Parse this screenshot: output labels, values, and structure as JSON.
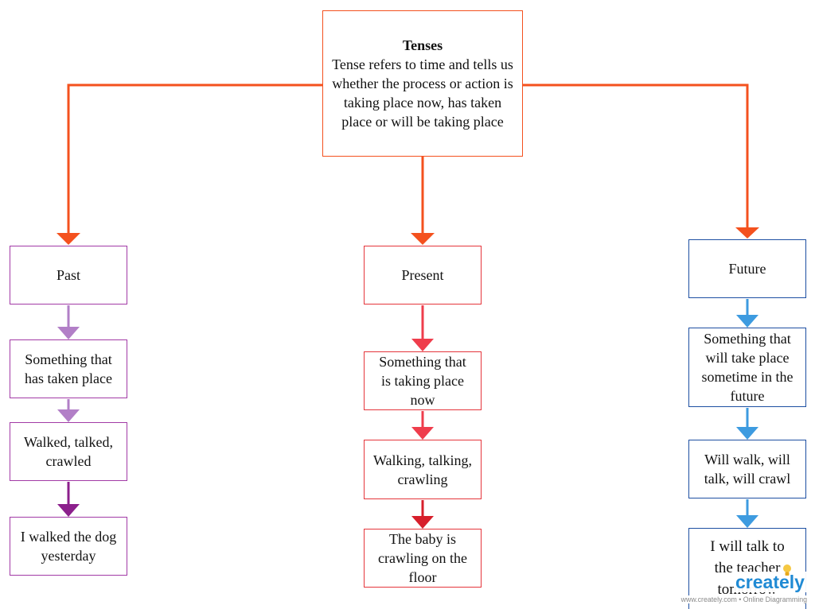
{
  "colors": {
    "root": "#f4511e",
    "past": "#a23aa6",
    "past_arrow": "#b27fc7",
    "past_arrow_dark": "#8c1f8c",
    "present": "#e5353b",
    "present_arrow": "#ef3d4c",
    "present_arrow_dark": "#d71f2b",
    "future": "#1d4fa2",
    "future_arrow": "#3d9be0",
    "text": "#111111",
    "logo": "#1f8ad4",
    "bulb": "#f5c842"
  },
  "root": {
    "title": "Tenses",
    "lines": [
      "Tense refers to time and tells us",
      "whether the process or action is",
      "taking place now, has taken",
      "place or will be taking place"
    ]
  },
  "columns": [
    {
      "heading": "Past",
      "items": [
        {
          "lines": [
            "Something that",
            "has taken place"
          ]
        },
        {
          "lines": [
            "Walked, talked,",
            "crawled"
          ]
        },
        {
          "lines": [
            "I walked the dog",
            "yesterday"
          ]
        }
      ]
    },
    {
      "heading": "Present",
      "items": [
        {
          "lines": [
            "Something that",
            "is taking place",
            "now"
          ]
        },
        {
          "lines": [
            "Walking, talking,",
            "crawling"
          ]
        },
        {
          "lines": [
            "The baby is",
            "crawling on the",
            "floor"
          ]
        }
      ]
    },
    {
      "heading": "Future",
      "items": [
        {
          "lines": [
            "Something that",
            "will take place",
            "sometime in the",
            "future"
          ]
        },
        {
          "lines": [
            "Will walk, will",
            "talk, will crawl"
          ]
        },
        {
          "lines": [
            "I will talk to",
            "the teacher",
            "tomorrow"
          ]
        }
      ]
    }
  ],
  "watermark": {
    "logo": "creately",
    "logo_icon": "lightbulb-icon",
    "tagline": "www.creately.com • Online Diagramming"
  }
}
